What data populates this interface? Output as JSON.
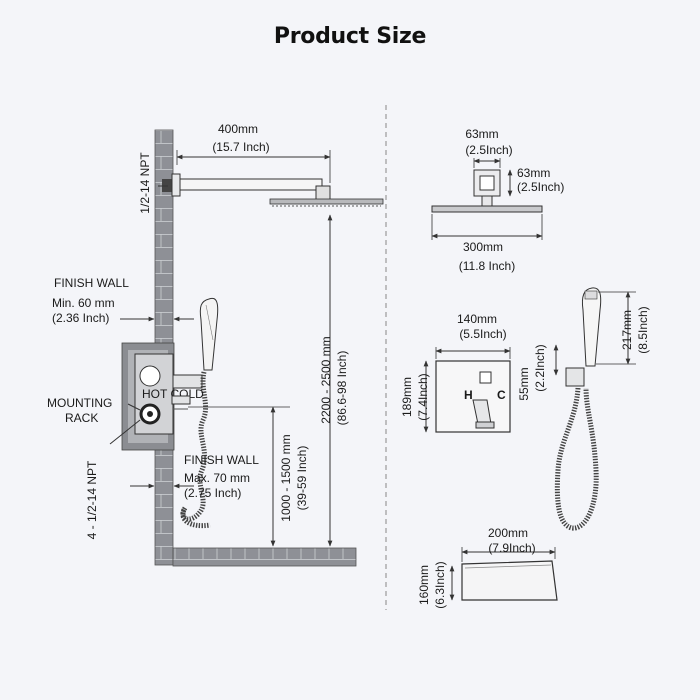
{
  "title": "Product Size",
  "left": {
    "arm_mm": "400mm",
    "arm_in": "(15.7 Inch)",
    "npt_top": "1/2-14 NPT",
    "finish_wall": "FINISH  WALL",
    "min_mm": "Min. 60 mm",
    "min_in": "(2.36 Inch)",
    "mounting": "MOUNTING",
    "rack": "RACK",
    "finish_wall2": "FINISH  WALL",
    "max_mm": "Max. 70 mm",
    "max_in": "(2.75 Inch)",
    "npt_bottom": "4 - 1/2-14 NPT",
    "height_mm": "2200 - 2500 mm",
    "height_in": "(86.6-98 Inch)",
    "valve_mm": "1000 - 1500 mm",
    "valve_in": "(39-59 Inch)",
    "valve_label": "HOT COLD"
  },
  "right": {
    "flange_w_mm": "63mm",
    "flange_w_in": "(2.5Inch)",
    "flange_h_mm": "63mm",
    "flange_h_in": "(2.5Inch)",
    "head_mm": "300mm",
    "head_in": "(11.8 Inch)",
    "plate_w_mm": "140mm",
    "plate_w_in": "(5.5Inch)",
    "plate_h_mm": "189mm",
    "plate_h_in": "(7.4Inch)",
    "plate_h": "H",
    "plate_c": "C",
    "holder_mm": "55mm",
    "holder_in": "(2.2Inch)",
    "handheld_mm": "217mm",
    "handheld_in": "(8.5Inch)",
    "spout_w_mm": "200mm",
    "spout_w_in": "(7.9Inch)",
    "spout_h_mm": "160mm",
    "spout_h_in": "(6.3Inch)"
  }
}
